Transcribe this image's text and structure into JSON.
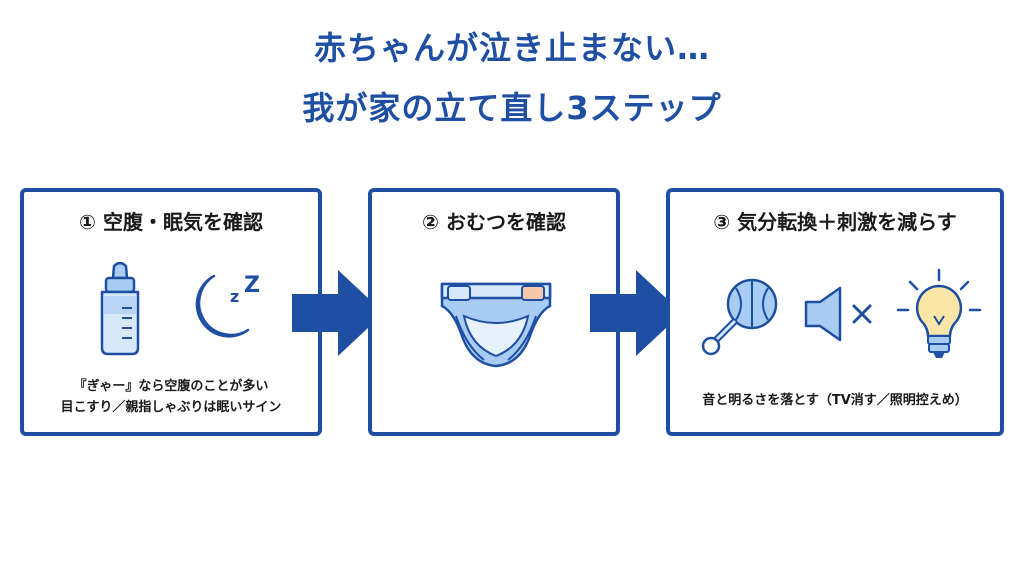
{
  "title": {
    "line1": "赤ちゃんが泣き止まない…",
    "line2": "我が家の立て直し3ステップ"
  },
  "steps": [
    {
      "heading": "① 空腹・眠気を確認",
      "desc_line1": "『ぎゃー』なら空腹のことが多い",
      "desc_line2": "目こすり／親指しゃぶりは眠いサイン",
      "icons": [
        "baby-bottle-icon",
        "moon-sleep-icon"
      ]
    },
    {
      "heading": "② おむつを確認",
      "icons": [
        "diaper-icon"
      ]
    },
    {
      "heading": "③ 気分転換＋刺激を減らす",
      "desc_line1": "音と明るさを落とす（TV消す／照明控えめ）",
      "icons": [
        "rattle-icon",
        "speaker-mute-icon",
        "light-bulb-icon"
      ]
    }
  ],
  "sleep_glyph": "z Z",
  "colors": {
    "primary": "#1e4fa3",
    "icon_fill": "#a9cdf2",
    "icon_stroke": "#1e4fa3",
    "moon_fill": "#c5cad3",
    "text": "#1a1a1a"
  }
}
